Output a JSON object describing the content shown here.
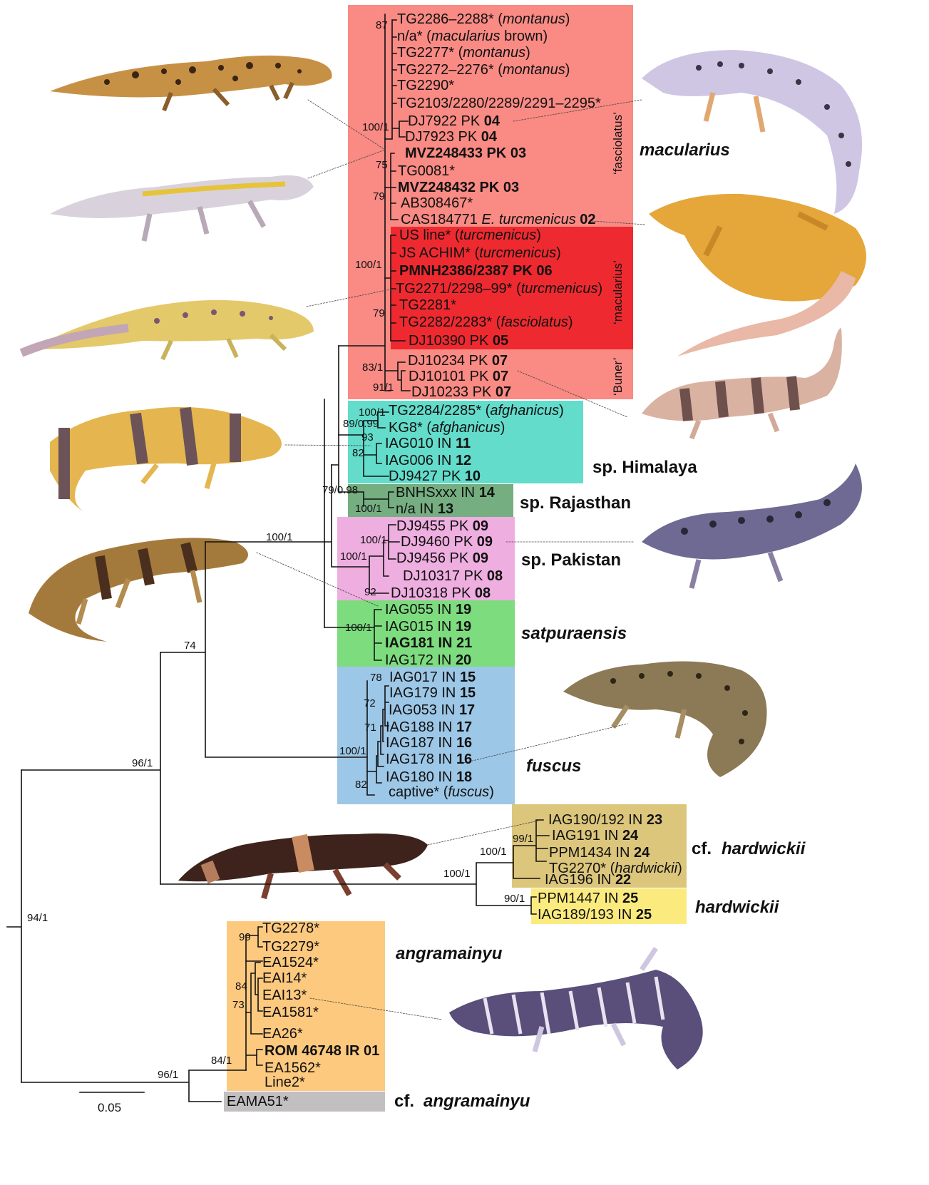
{
  "scale_bar": {
    "label": "0.05"
  },
  "clade_labels": {
    "fasciolatus": "‘fasciolatus’",
    "macularius_sub": "‘macularius’",
    "buner": "‘Buner’"
  },
  "species": [
    {
      "key": "macularius",
      "text": "macularius",
      "italic": true
    },
    {
      "key": "himalaya",
      "text": "sp. Himalaya",
      "italic": false
    },
    {
      "key": "rajasthan",
      "text": "sp. Rajasthan",
      "italic": false
    },
    {
      "key": "pakistan",
      "text": "sp. Pakistan",
      "italic": false
    },
    {
      "key": "satpuraensis",
      "text": "satpuraensis",
      "italic": true
    },
    {
      "key": "fuscus",
      "text": "fuscus",
      "italic": true
    },
    {
      "key": "cf_hardwickii_prefix",
      "text": "cf. ",
      "italic": false
    },
    {
      "key": "cf_hardwickii",
      "text": "hardwickii",
      "italic": true
    },
    {
      "key": "hardwickii",
      "text": "hardwickii",
      "italic": true
    },
    {
      "key": "angramainyu",
      "text": "angramainyu",
      "italic": true
    },
    {
      "key": "cf_angramainyu_prefix",
      "text": "cf. ",
      "italic": false
    },
    {
      "key": "cf_angramainyu",
      "text": "angramainyu",
      "italic": true
    }
  ],
  "colors": {
    "macularius_clade": "#f98a84",
    "macularius_sub": "#ee2a30",
    "himalaya": "#63dccb",
    "rajasthan": "#75ae80",
    "pakistan": "#eeaee0",
    "satpuraensis": "#7ddc7e",
    "fuscus": "#9dc7e7",
    "cf_hardwickii": "#dcc67c",
    "hardwickii": "#fbeb7f",
    "angramainyu": "#fdc97f",
    "cf_angramainyu": "#c1bfbf"
  },
  "tips": [
    {
      "key": "t1",
      "parts": [
        {
          "t": "TG2286–2288* ("
        },
        {
          "t": "montanus",
          "i": true
        },
        {
          "t": ")"
        }
      ]
    },
    {
      "key": "t2",
      "parts": [
        {
          "t": "n/a* ("
        },
        {
          "t": "macularius",
          "i": true
        },
        {
          "t": " brown)"
        }
      ]
    },
    {
      "key": "t3",
      "parts": [
        {
          "t": "TG2277* ("
        },
        {
          "t": "montanus",
          "i": true
        },
        {
          "t": ")"
        }
      ]
    },
    {
      "key": "t4",
      "parts": [
        {
          "t": "TG2272–2276* ("
        },
        {
          "t": "montanus",
          "i": true
        },
        {
          "t": ")"
        }
      ]
    },
    {
      "key": "t5",
      "parts": [
        {
          "t": "TG2290*"
        }
      ]
    },
    {
      "key": "t6",
      "parts": [
        {
          "t": "TG2103/2280/2289/2291–2295*"
        }
      ]
    },
    {
      "key": "t7",
      "parts": [
        {
          "t": "DJ7922 PK "
        },
        {
          "t": "04",
          "b": true
        }
      ]
    },
    {
      "key": "t8",
      "parts": [
        {
          "t": "DJ7923 PK "
        },
        {
          "t": "04",
          "b": true
        }
      ]
    },
    {
      "key": "t9",
      "parts": [
        {
          "t": "MVZ248433 PK 03",
          "b": true
        }
      ]
    },
    {
      "key": "t10",
      "parts": [
        {
          "t": "TG0081*"
        }
      ]
    },
    {
      "key": "t11",
      "parts": [
        {
          "t": "MVZ248432 PK 03",
          "b": true
        }
      ]
    },
    {
      "key": "t12",
      "parts": [
        {
          "t": "AB308467*"
        }
      ]
    },
    {
      "key": "t13",
      "parts": [
        {
          "t": "CAS184771 "
        },
        {
          "t": "E. turcmenicus",
          "i": true
        },
        {
          "t": " "
        },
        {
          "t": "02",
          "b": true
        }
      ]
    },
    {
      "key": "t14",
      "parts": [
        {
          "t": "US line* ("
        },
        {
          "t": "turcmenicus",
          "i": true
        },
        {
          "t": ")"
        }
      ]
    },
    {
      "key": "t15",
      "parts": [
        {
          "t": "JS ACHIM* ("
        },
        {
          "t": "turcmenicus",
          "i": true
        },
        {
          "t": ")"
        }
      ]
    },
    {
      "key": "t16",
      "parts": [
        {
          "t": "PMNH2386/2387 PK 06",
          "b": true
        }
      ]
    },
    {
      "key": "t17",
      "parts": [
        {
          "t": "TG2271/2298–99* ("
        },
        {
          "t": "turcmenicus",
          "i": true
        },
        {
          "t": ")"
        }
      ]
    },
    {
      "key": "t18",
      "parts": [
        {
          "t": "TG2281*"
        }
      ]
    },
    {
      "key": "t19",
      "parts": [
        {
          "t": "TG2282/2283* ("
        },
        {
          "t": "fasciolatus",
          "i": true
        },
        {
          "t": ")"
        }
      ]
    },
    {
      "key": "t20",
      "parts": [
        {
          "t": "DJ10390 PK "
        },
        {
          "t": "05",
          "b": true
        }
      ]
    },
    {
      "key": "t21",
      "parts": [
        {
          "t": "DJ10234 PK "
        },
        {
          "t": "07",
          "b": true
        }
      ]
    },
    {
      "key": "t22",
      "parts": [
        {
          "t": "DJ10101 PK "
        },
        {
          "t": "07",
          "b": true
        }
      ]
    },
    {
      "key": "t23",
      "parts": [
        {
          "t": "DJ10233 PK "
        },
        {
          "t": "07",
          "b": true
        }
      ]
    },
    {
      "key": "t24",
      "parts": [
        {
          "t": "TG2284/2285* ("
        },
        {
          "t": "afghanicus",
          "i": true
        },
        {
          "t": ")"
        }
      ]
    },
    {
      "key": "t25",
      "parts": [
        {
          "t": "KG8* ("
        },
        {
          "t": "afghanicus",
          "i": true
        },
        {
          "t": ")"
        }
      ]
    },
    {
      "key": "t26",
      "parts": [
        {
          "t": "IAG010 IN "
        },
        {
          "t": "11",
          "b": true
        }
      ]
    },
    {
      "key": "t27",
      "parts": [
        {
          "t": "IAG006 IN "
        },
        {
          "t": "12",
          "b": true
        }
      ]
    },
    {
      "key": "t28",
      "parts": [
        {
          "t": "DJ9427 PK "
        },
        {
          "t": "10",
          "b": true
        }
      ]
    },
    {
      "key": "t29",
      "parts": [
        {
          "t": "BNHSxxx IN "
        },
        {
          "t": "14",
          "b": true
        }
      ]
    },
    {
      "key": "t30",
      "parts": [
        {
          "t": "n/a IN "
        },
        {
          "t": "13",
          "b": true
        }
      ]
    },
    {
      "key": "t31",
      "parts": [
        {
          "t": "DJ9455 PK "
        },
        {
          "t": "09",
          "b": true
        }
      ]
    },
    {
      "key": "t32",
      "parts": [
        {
          "t": "DJ9460 PK "
        },
        {
          "t": "09",
          "b": true
        }
      ]
    },
    {
      "key": "t33",
      "parts": [
        {
          "t": "DJ9456 PK "
        },
        {
          "t": "09",
          "b": true
        }
      ]
    },
    {
      "key": "t34",
      "parts": [
        {
          "t": "DJ10317 PK "
        },
        {
          "t": "08",
          "b": true
        }
      ]
    },
    {
      "key": "t35",
      "parts": [
        {
          "t": "DJ10318 PK "
        },
        {
          "t": "08",
          "b": true
        }
      ]
    },
    {
      "key": "t36",
      "parts": [
        {
          "t": "IAG055 IN "
        },
        {
          "t": "19",
          "b": true
        }
      ]
    },
    {
      "key": "t37",
      "parts": [
        {
          "t": "IAG015 IN "
        },
        {
          "t": "19",
          "b": true
        }
      ]
    },
    {
      "key": "t38",
      "parts": [
        {
          "t": "IAG181 IN  21",
          "b": true
        }
      ]
    },
    {
      "key": "t39",
      "parts": [
        {
          "t": "IAG172 IN "
        },
        {
          "t": "20",
          "b": true
        }
      ]
    },
    {
      "key": "t40",
      "parts": [
        {
          "t": "IAG017 IN "
        },
        {
          "t": "15",
          "b": true
        }
      ]
    },
    {
      "key": "t41",
      "parts": [
        {
          "t": "IAG179 IN "
        },
        {
          "t": "15",
          "b": true
        }
      ]
    },
    {
      "key": "t42",
      "parts": [
        {
          "t": "IAG053 IN "
        },
        {
          "t": "17",
          "b": true
        }
      ]
    },
    {
      "key": "t43",
      "parts": [
        {
          "t": "IAG188 IN "
        },
        {
          "t": "17",
          "b": true
        }
      ]
    },
    {
      "key": "t44",
      "parts": [
        {
          "t": "IAG187 IN "
        },
        {
          "t": "16",
          "b": true
        }
      ]
    },
    {
      "key": "t45",
      "parts": [
        {
          "t": "IAG178 IN "
        },
        {
          "t": "16",
          "b": true
        }
      ]
    },
    {
      "key": "t46",
      "parts": [
        {
          "t": "IAG180 IN "
        },
        {
          "t": "18",
          "b": true
        }
      ]
    },
    {
      "key": "t47",
      "parts": [
        {
          "t": "captive* ("
        },
        {
          "t": "fuscus",
          "i": true
        },
        {
          "t": ")"
        }
      ]
    },
    {
      "key": "t48",
      "parts": [
        {
          "t": "IAG190/192 IN "
        },
        {
          "t": "23",
          "b": true
        }
      ]
    },
    {
      "key": "t49",
      "parts": [
        {
          "t": "IAG191 IN "
        },
        {
          "t": "24",
          "b": true
        }
      ]
    },
    {
      "key": "t50",
      "parts": [
        {
          "t": "PPM1434 IN "
        },
        {
          "t": "24",
          "b": true
        }
      ]
    },
    {
      "key": "t51",
      "parts": [
        {
          "t": "TG2270* ("
        },
        {
          "t": "hardwickii",
          "i": true
        },
        {
          "t": ")"
        }
      ]
    },
    {
      "key": "t52",
      "parts": [
        {
          "t": "IAG196 IN "
        },
        {
          "t": "22",
          "b": true
        }
      ]
    },
    {
      "key": "t53",
      "parts": [
        {
          "t": "PPM1447 IN "
        },
        {
          "t": "25",
          "b": true
        }
      ]
    },
    {
      "key": "t54",
      "parts": [
        {
          "t": "IAG189/193 IN "
        },
        {
          "t": "25",
          "b": true
        }
      ]
    },
    {
      "key": "t55",
      "parts": [
        {
          "t": "TG2278*"
        }
      ]
    },
    {
      "key": "t56",
      "parts": [
        {
          "t": "TG2279*"
        }
      ]
    },
    {
      "key": "t57",
      "parts": [
        {
          "t": "EA1524*"
        }
      ]
    },
    {
      "key": "t58",
      "parts": [
        {
          "t": "EAI14*"
        }
      ]
    },
    {
      "key": "t59",
      "parts": [
        {
          "t": "EAI13*"
        }
      ]
    },
    {
      "key": "t60",
      "parts": [
        {
          "t": "EA1581*"
        }
      ]
    },
    {
      "key": "t61",
      "parts": [
        {
          "t": "EA26*"
        }
      ]
    },
    {
      "key": "t62",
      "parts": [
        {
          "t": "ROM 46748 IR 01",
          "b": true
        }
      ]
    },
    {
      "key": "t63",
      "parts": [
        {
          "t": "EA1562*"
        }
      ]
    },
    {
      "key": "t64",
      "parts": [
        {
          "t": "Line2*"
        }
      ]
    },
    {
      "key": "t65",
      "parts": [
        {
          "t": "EAMA51*"
        }
      ]
    }
  ],
  "support_values": [
    {
      "key": "s1",
      "text": "87"
    },
    {
      "key": "s2",
      "text": "100/1"
    },
    {
      "key": "s3",
      "text": "75"
    },
    {
      "key": "s4",
      "text": "79"
    },
    {
      "key": "s5",
      "text": "100/1"
    },
    {
      "key": "s6",
      "text": "79"
    },
    {
      "key": "s7",
      "text": "83/1"
    },
    {
      "key": "s8",
      "text": "91/1"
    },
    {
      "key": "s9",
      "text": "100/1"
    },
    {
      "key": "s10",
      "text": "89/0.99"
    },
    {
      "key": "s11",
      "text": "93"
    },
    {
      "key": "s12",
      "text": "82"
    },
    {
      "key": "s13",
      "text": "79/0.98"
    },
    {
      "key": "s14",
      "text": "100/1"
    },
    {
      "key": "s15",
      "text": "100/1"
    },
    {
      "key": "s16",
      "text": "100/1"
    },
    {
      "key": "s17",
      "text": "100/1"
    },
    {
      "key": "s18",
      "text": "92"
    },
    {
      "key": "s19",
      "text": "100/1"
    },
    {
      "key": "s20",
      "text": "74"
    },
    {
      "key": "s21",
      "text": "78"
    },
    {
      "key": "s22",
      "text": "72"
    },
    {
      "key": "s23",
      "text": "71"
    },
    {
      "key": "s24",
      "text": "100/1"
    },
    {
      "key": "s25",
      "text": "82"
    },
    {
      "key": "s26",
      "text": "96/1"
    },
    {
      "key": "s27",
      "text": "99/1"
    },
    {
      "key": "s28",
      "text": "100/1"
    },
    {
      "key": "s29",
      "text": "100/1"
    },
    {
      "key": "s30",
      "text": "90/1"
    },
    {
      "key": "s31",
      "text": "94/1"
    },
    {
      "key": "s32",
      "text": "99"
    },
    {
      "key": "s33",
      "text": "84"
    },
    {
      "key": "s34",
      "text": "73"
    },
    {
      "key": "s35",
      "text": "84/1"
    },
    {
      "key": "s36",
      "text": "96/1"
    }
  ],
  "gecko_photos": [
    {
      "key": "g1",
      "name": "macularius-spotted-gecko-photo"
    },
    {
      "key": "g2",
      "name": "macularius-striped-gecko-photo"
    },
    {
      "key": "g3",
      "name": "macularius-yellow-gecko-photo"
    },
    {
      "key": "g4",
      "name": "himalaya-banded-gecko-photo"
    },
    {
      "key": "g5",
      "name": "satpuraensis-gecko-photo"
    },
    {
      "key": "g6",
      "name": "hardwickii-gecko-photo"
    },
    {
      "key": "g7",
      "name": "macularius-lavender-gecko-photo"
    },
    {
      "key": "g8",
      "name": "macularius-orange-gecko-photo"
    },
    {
      "key": "g9",
      "name": "buner-gecko-photo"
    },
    {
      "key": "g10",
      "name": "pakistan-gecko-photo"
    },
    {
      "key": "g11",
      "name": "fuscus-gecko-photo"
    },
    {
      "key": "g12",
      "name": "angramainyu-gecko-photo"
    }
  ]
}
